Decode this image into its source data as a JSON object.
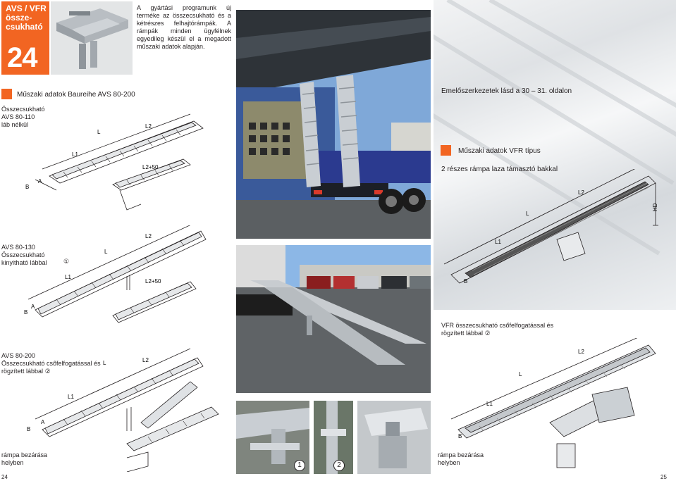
{
  "tag": {
    "title": "AVS / VFR össze-csukható",
    "number": "24"
  },
  "intro": "A gyártási programunk új terméke az összecsukható és a kétrészes felhajtórámpák. A rámpák minden ügyfélnek egyedileg készül el a megadott műszaki adatok alapján.",
  "left_section_heading": "Műszaki adatok Baureihe AVS 80-200",
  "right_top_note": "Emelőszerkezetek lásd a 30 – 31. oldalon",
  "right_section_heading": "Műszaki adatok VFR típus",
  "right_section_sub": "2 részes rámpa laza támasztó bakkal",
  "variants": {
    "avs110": [
      "Összecsukható",
      "AVS 80-110",
      "láb nélkül"
    ],
    "avs130": [
      "AVS 80-130",
      "Összecsukható",
      "kinyitható lábbal"
    ],
    "avs200": [
      "AVS 80-200",
      "Összecsukható csőfelfogatással és",
      "rögzített lábbal"
    ],
    "vfr": [
      "VFR összecsukható csőfelfogatással és",
      "rögzített lábbal"
    ]
  },
  "circle_nums": {
    "one": "①",
    "two": "②"
  },
  "captions": {
    "left": [
      "rámpa bezárása",
      "helyben"
    ],
    "right": [
      "rámpa bezárása",
      "helyben"
    ]
  },
  "photo_labels": {
    "one": "1",
    "two": "2"
  },
  "dims": {
    "L": "L",
    "L1": "L1",
    "L2": "L2",
    "L2p50": "L2+50",
    "A": "A",
    "B": "B",
    "HD": "HD"
  },
  "page_numbers": {
    "left": "24",
    "right": "25"
  },
  "colors": {
    "accent": "#f26522",
    "ramp_metal": "#c8cdd2",
    "truck_blue": "#2b3a8f"
  }
}
